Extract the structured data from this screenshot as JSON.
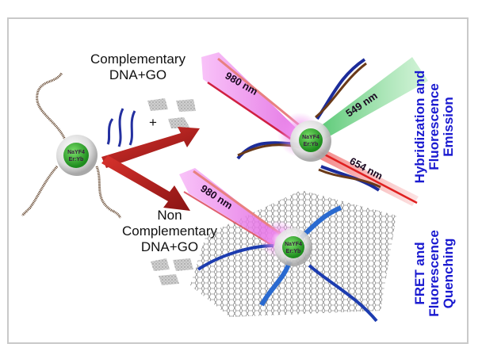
{
  "figure": {
    "left_panel": {
      "nanoparticle_label_line1": "NaYF4",
      "nanoparticle_label_line2": "Er:Yb",
      "plus_sign": "+"
    },
    "top_branch": {
      "condition_line1": "Complementary",
      "condition_line2": "DNA+GO",
      "excitation_label": "980 nm",
      "emission_green_label": "549 nm",
      "emission_red_label": "654 nm",
      "nanoparticle_label_line1": "NaYF4",
      "nanoparticle_label_line2": "Er:Yb",
      "outcome_line1": "Hybridization and",
      "outcome_line2": "Fluorescence",
      "outcome_line3": "Emission"
    },
    "bottom_branch": {
      "condition_line1": "Non",
      "condition_line2": "Complementary",
      "condition_line3": "DNA+GO",
      "excitation_label": "980 nm",
      "nanoparticle_label_line1": "NaYF4",
      "nanoparticle_label_line2": "Er:Yb",
      "outcome_line1": "FRET and",
      "outcome_line2": "Fluorescence",
      "outcome_line3": "Quenching"
    },
    "colors": {
      "outcome_text": "#1a1ad0",
      "arrow_red": "#b3201e",
      "laser_pink": "#f080f0",
      "emission_green": "#40c060",
      "emission_red": "#e03030",
      "nanoparticle_core": "#30b030",
      "frame_border": "#c9c9c9"
    }
  }
}
